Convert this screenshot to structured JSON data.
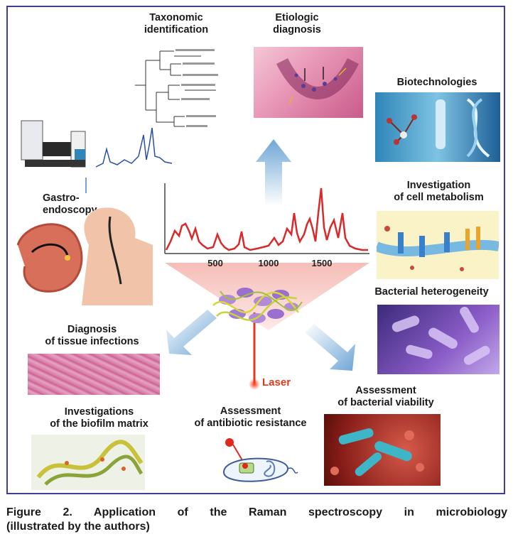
{
  "labels": {
    "taxonomic": [
      "Taxonomic",
      "identification"
    ],
    "etiologic": [
      "Etiologic",
      "diagnosis"
    ],
    "biotech": "Biotechnologies",
    "metabolism": [
      "Investigation",
      "of cell metabolism"
    ],
    "heterogeneity": "Bacterial heterogeneity",
    "viability": [
      "Assessment",
      "of bacterial viability"
    ],
    "antibiotic": [
      "Assessment",
      "of antibiotic resistance"
    ],
    "biofilm": [
      "Investigations",
      "of the biofilm matrix"
    ],
    "tissue": [
      "Diagnosis",
      "of tissue infections"
    ],
    "gastro": [
      "Gastro-",
      "endoscopy"
    ],
    "laser": "Laser"
  },
  "spectrum": {
    "ticks": [
      "500",
      "1000",
      "1500"
    ],
    "color": "#d9292a"
  },
  "caption": {
    "line1": "Figure 2. Application of the Raman spectroscopy in microbiology",
    "line2": "(illustrated by the authors)"
  },
  "colors": {
    "frame": "#3f3f97",
    "arrow": "#6fa6d6",
    "laser": "#e03a1c",
    "tissue": "#c95b8b",
    "biotech": "#2f86b8",
    "heterogeneity": "#8a5cc7"
  }
}
